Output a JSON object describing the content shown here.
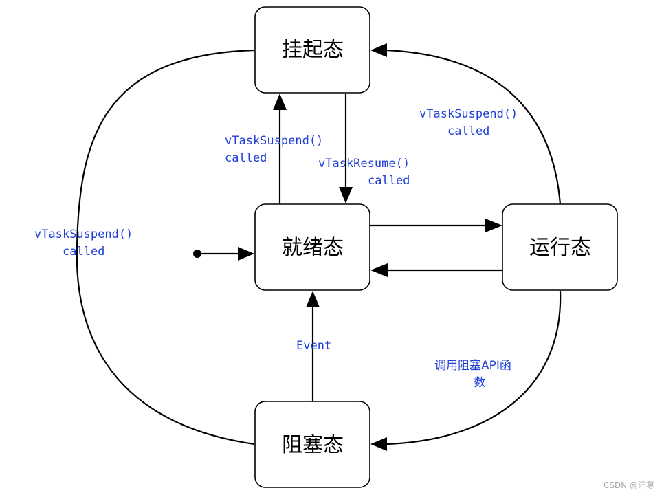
{
  "states": {
    "suspended": "挂起态",
    "ready": "就绪态",
    "running": "运行态",
    "blocked": "阻塞态"
  },
  "transitions": {
    "ready_to_suspended": [
      "vTaskSuspend()",
      "called"
    ],
    "suspended_to_ready": [
      "vTaskResume()",
      "called"
    ],
    "running_to_suspended": [
      "vTaskSuspend()",
      "called"
    ],
    "blocked_to_suspended": [
      "vTaskSuspend()",
      "called"
    ],
    "blocked_to_ready": [
      "Event"
    ],
    "running_to_blocked": [
      "调用阻塞API函",
      "数"
    ]
  },
  "watermark": "CSDN @汗荨",
  "colors": {
    "label": "#1f3fd6",
    "line": "#000000"
  }
}
